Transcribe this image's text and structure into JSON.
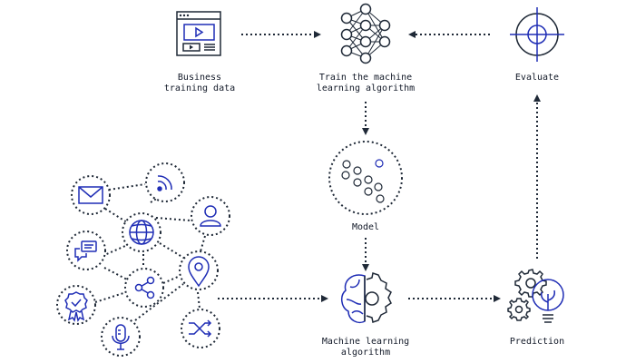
{
  "nodes": {
    "business_data": {
      "label_line1": "Business",
      "label_line2": "training data"
    },
    "train": {
      "label_line1": "Train the machine",
      "label_line2": "learning algorithm"
    },
    "evaluate": {
      "label": "Evaluate"
    },
    "model": {
      "label": "Model"
    },
    "ml_algorithm": {
      "label_line1": "Machine learning",
      "label_line2": "algorithm"
    },
    "prediction": {
      "label": "Prediction"
    }
  },
  "colors": {
    "icon_blue": "#1f2db5",
    "line_dark": "#1f2937",
    "text": "#111827"
  }
}
